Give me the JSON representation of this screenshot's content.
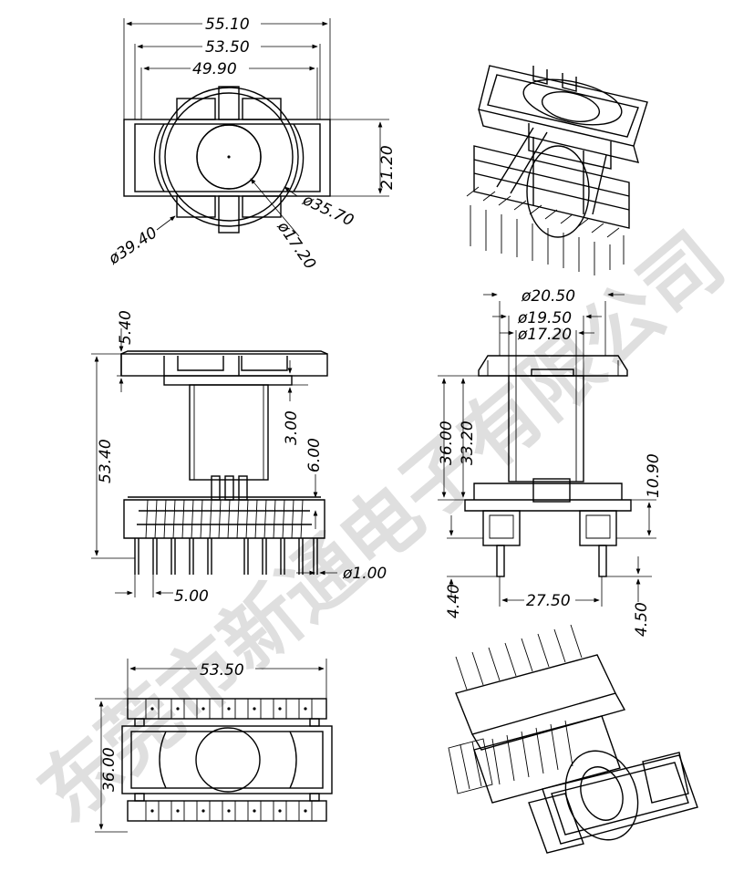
{
  "dimensions": {
    "top_view": {
      "overall_width": "55.10",
      "flange_width": "53.50",
      "inner_width": "49.90",
      "height": "21.20",
      "outer_diameter": "ø39.40",
      "ring_diameter": "ø35.70",
      "core_diameter": "ø17.20"
    },
    "side_view": {
      "flange_thickness": "5.40",
      "total_height": "53.40",
      "gap": "3.00",
      "pin_step": "6.00",
      "pin_pitch": "5.00",
      "pin_diameter": "ø1.00"
    },
    "front_view": {
      "d1": "ø20.50",
      "d2": "ø19.50",
      "d3": "ø17.20",
      "height_outer": "36.00",
      "height_inner": "33.20",
      "base_height": "10.90",
      "pin_span": "27.50",
      "pin_length_left": "4.40",
      "pin_length_right": "4.50"
    },
    "bottom_view": {
      "width": "53.50",
      "depth": "36.00"
    }
  },
  "watermark": "东莞市新通电子有限公司"
}
